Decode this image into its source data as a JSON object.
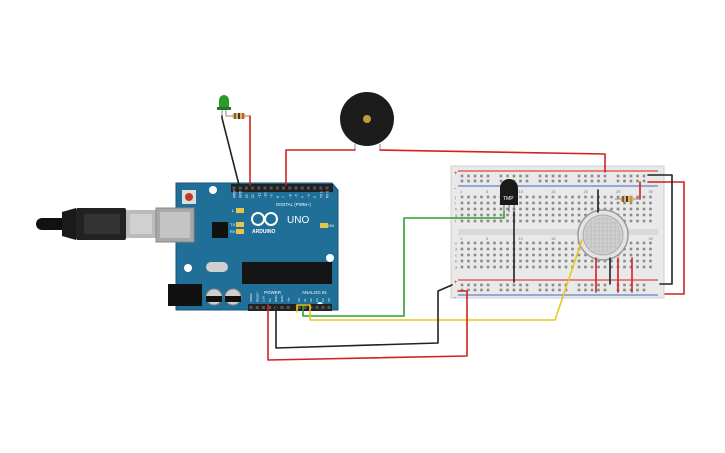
{
  "arduino": {
    "brand": "ARDUINO",
    "model": "UNO",
    "digital_label": "DIGITAL (PWM~)",
    "power_label": "POWER",
    "analog_label": "ANALOG IN",
    "aref_label": "AREF",
    "gnd_label": "GND",
    "on_label": "ON",
    "l_label": "L",
    "tx_label": "TX",
    "rx_label": "RX",
    "digital_pins": [
      "13",
      "12",
      "~11",
      "~10",
      "~9",
      "8",
      "7",
      "~6",
      "~5",
      "4",
      "~3",
      "2",
      "TX 1",
      "RX 0"
    ],
    "power_pins": [
      "IOREF",
      "RESET",
      "3.3V",
      "5V",
      "GND",
      "GND",
      "Vin"
    ],
    "analog_pins": [
      "A0",
      "A1",
      "A2",
      "A3",
      "A4",
      "A5"
    ]
  },
  "breadboard": {
    "rail_plus": "+",
    "rail_minus": "-",
    "column_numbers": [
      "1",
      "5",
      "10",
      "15",
      "20",
      "25",
      "30"
    ],
    "row_letters_top": [
      "j",
      "i",
      "h",
      "g",
      "f"
    ],
    "row_letters_bottom": [
      "e",
      "d",
      "c",
      "b",
      "a"
    ]
  },
  "components": {
    "temp_sensor_label": "TMP"
  },
  "colors": {
    "board": "#1f6f99",
    "wire_red": "#d42020",
    "wire_black": "#222222",
    "wire_green": "#2ea02e",
    "wire_yellow": "#e6c81e",
    "breadboard": "#e9e9e9",
    "led": "#2d9a2d",
    "buzzer": "#222222"
  }
}
